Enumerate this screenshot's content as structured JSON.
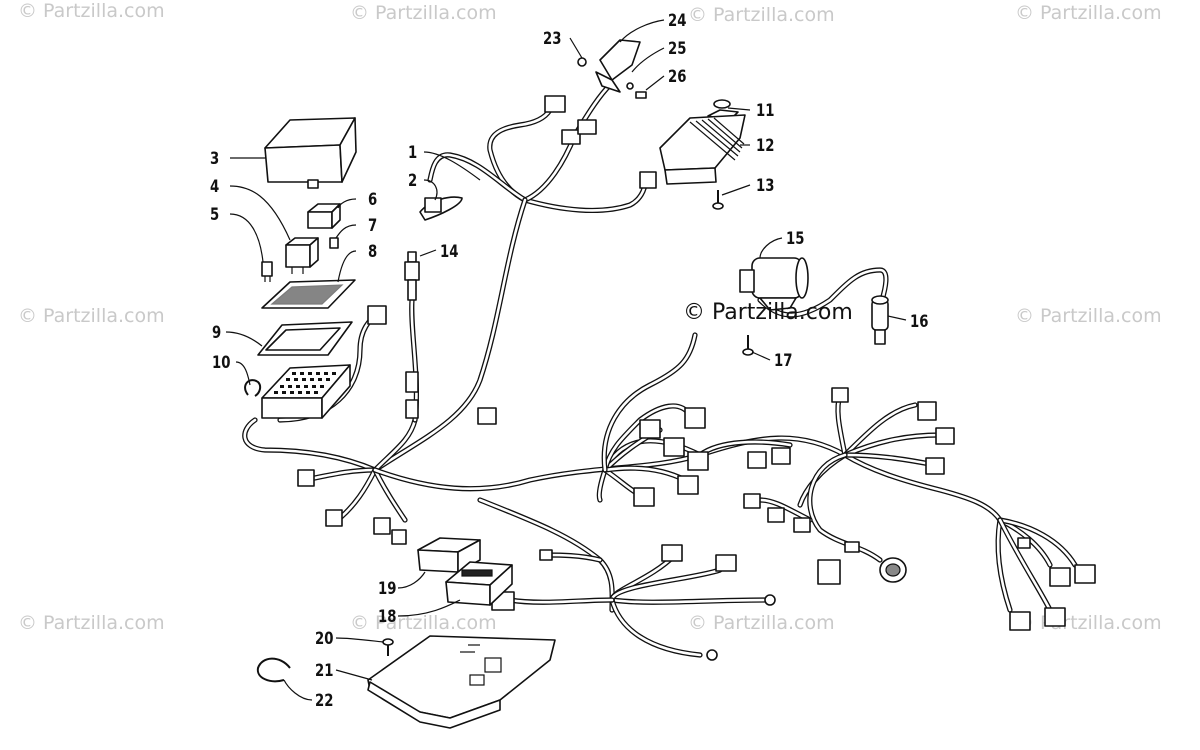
{
  "watermark": "© Partzilla.com",
  "callouts": [
    {
      "id": "1",
      "label": "1"
    },
    {
      "id": "2",
      "label": "2"
    },
    {
      "id": "3",
      "label": "3"
    },
    {
      "id": "4",
      "label": "4"
    },
    {
      "id": "5",
      "label": "5"
    },
    {
      "id": "6",
      "label": "6"
    },
    {
      "id": "7",
      "label": "7"
    },
    {
      "id": "8",
      "label": "8"
    },
    {
      "id": "9",
      "label": "9"
    },
    {
      "id": "10",
      "label": "10"
    },
    {
      "id": "11",
      "label": "11"
    },
    {
      "id": "12",
      "label": "12"
    },
    {
      "id": "13",
      "label": "13"
    },
    {
      "id": "14",
      "label": "14"
    },
    {
      "id": "15",
      "label": "15"
    },
    {
      "id": "16",
      "label": "16"
    },
    {
      "id": "17",
      "label": "17"
    },
    {
      "id": "18",
      "label": "18"
    },
    {
      "id": "19",
      "label": "19"
    },
    {
      "id": "20",
      "label": "20"
    },
    {
      "id": "21",
      "label": "21"
    },
    {
      "id": "22",
      "label": "22"
    },
    {
      "id": "23",
      "label": "23"
    },
    {
      "id": "24",
      "label": "24"
    },
    {
      "id": "25",
      "label": "25"
    },
    {
      "id": "26",
      "label": "26"
    }
  ]
}
